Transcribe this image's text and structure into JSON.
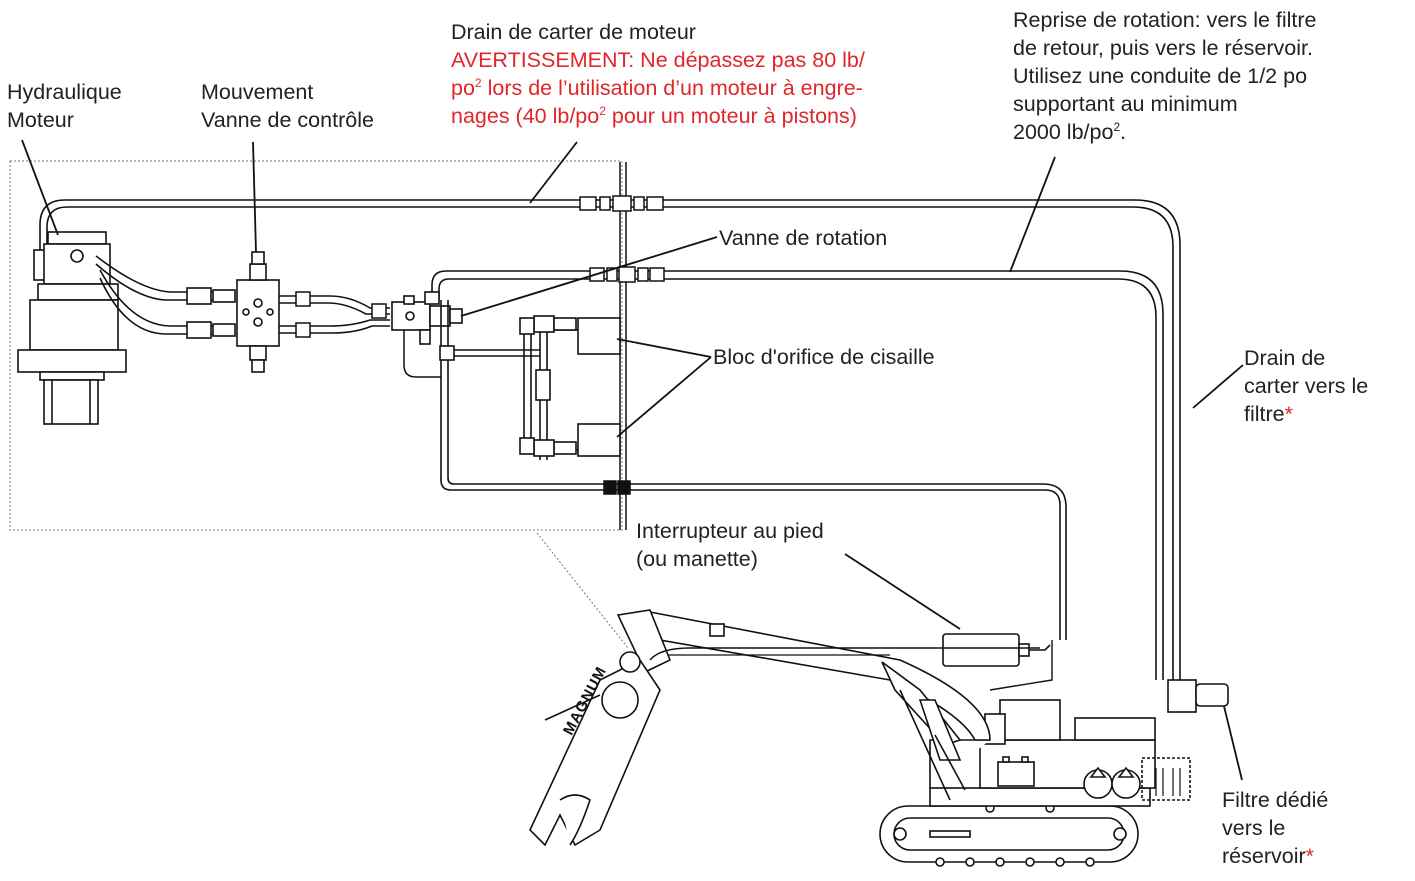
{
  "labels": {
    "hydraulic_motor": [
      "Hydraulique",
      "Moteur"
    ],
    "control_valve": [
      "Mouvement",
      "Vanne de contrôle"
    ],
    "case_drain": {
      "title": "Drain de carter de moteur",
      "warning_line1": "AVERTISSEMENT: Ne dépassez pas 80 lb/",
      "warning_line2_a": "po",
      "warning_line2_sup": "2",
      "warning_line2_b": " lors de l’utilisation d’un moteur à engre-",
      "warning_line3_a": "nages (40 lb/po",
      "warning_line3_sup": "2",
      "warning_line3_b": " pour un moteur à pistons)"
    },
    "rotation_return": {
      "line1": "Reprise de rotation: vers le filtre",
      "line2": "de retour, puis vers le réservoir.",
      "line3": "Utilisez une conduite de 1/2 po",
      "line4": "supportant au minimum",
      "line5_a": "2000 lb/po",
      "line5_sup": "2",
      "line5_b": "."
    },
    "rotation_valve": "Vanne de rotation",
    "shear_port_block": "Bloc d'orifice de cisaille",
    "case_drain_filter": {
      "line1": "Drain de",
      "line2": "carter vers le",
      "line3": "filtre",
      "star": "*"
    },
    "foot_switch": [
      "Interrupteur au pied",
      "(ou manette)"
    ],
    "dedicated_filter": {
      "line1": "Filtre dédié",
      "line2": "vers le",
      "line3": "réservoir",
      "star": "*"
    },
    "shear_brand": "MAGNUM"
  },
  "colors": {
    "text": "#222222",
    "warning": "#e0262b",
    "line": "#111111",
    "detail_border": "#666666"
  }
}
